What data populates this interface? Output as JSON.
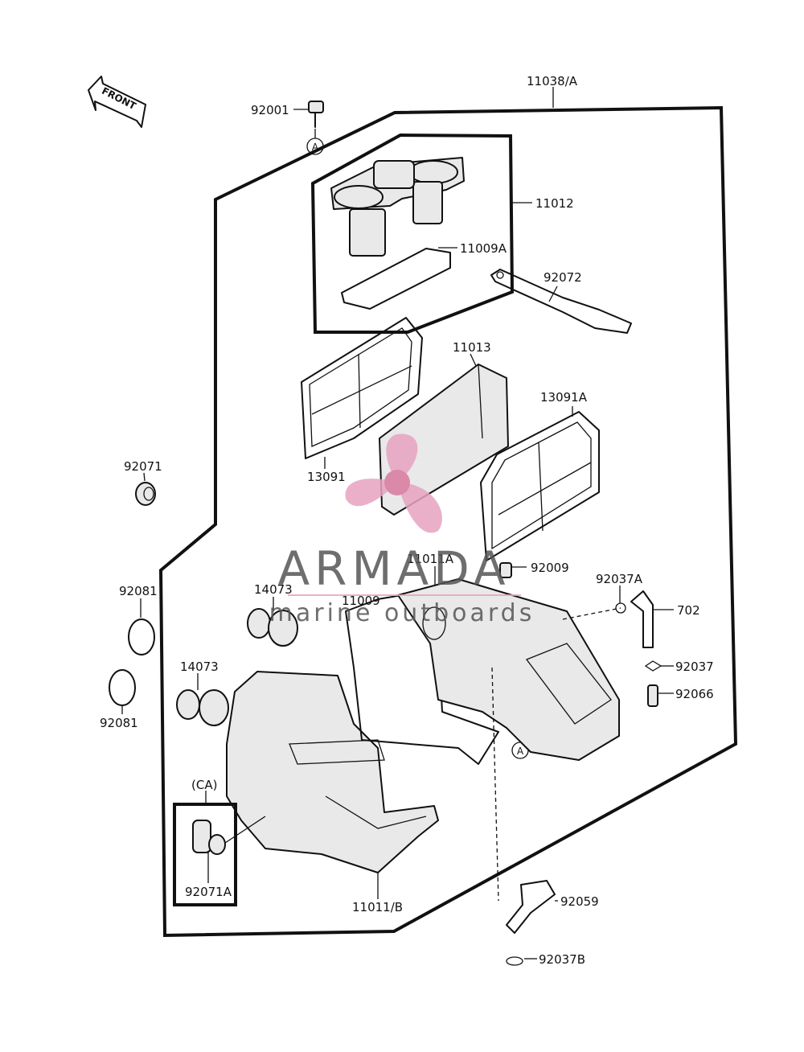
{
  "diagram": {
    "front_arrow_label": "FRONT",
    "callouts": [
      {
        "id": "11038A",
        "text": "11038/A"
      },
      {
        "id": "92001",
        "text": "92001"
      },
      {
        "id": "markerA_top",
        "text": "A"
      },
      {
        "id": "11012",
        "text": "11012"
      },
      {
        "id": "11009A",
        "text": "11009A"
      },
      {
        "id": "92072",
        "text": "92072"
      },
      {
        "id": "11013",
        "text": "11013"
      },
      {
        "id": "13091A",
        "text": "13091A"
      },
      {
        "id": "13091",
        "text": "13091"
      },
      {
        "id": "92071",
        "text": "92071"
      },
      {
        "id": "11011A",
        "text": "11011A"
      },
      {
        "id": "92009",
        "text": "92009"
      },
      {
        "id": "11009",
        "text": "11009"
      },
      {
        "id": "92037A",
        "text": "92037A"
      },
      {
        "id": "702",
        "text": "702"
      },
      {
        "id": "92081_top",
        "text": "92081"
      },
      {
        "id": "14073_top",
        "text": "14073"
      },
      {
        "id": "92037",
        "text": "92037"
      },
      {
        "id": "14073_left",
        "text": "14073"
      },
      {
        "id": "92066",
        "text": "92066"
      },
      {
        "id": "92081_bottom",
        "text": "92081"
      },
      {
        "id": "markerA_bottom",
        "text": "A"
      },
      {
        "id": "CA",
        "text": "(CA)"
      },
      {
        "id": "92071A",
        "text": "92071A"
      },
      {
        "id": "11011B",
        "text": "11011/B"
      },
      {
        "id": "92059",
        "text": "92059"
      },
      {
        "id": "92037B",
        "text": "92037B"
      }
    ]
  },
  "watermark": {
    "brand": "ARMADA",
    "tagline": "marine outboards",
    "colors": {
      "logo_pink": "#e8a3c0",
      "logo_dark_pink": "#d9799f",
      "text_gray": "#555555"
    }
  }
}
